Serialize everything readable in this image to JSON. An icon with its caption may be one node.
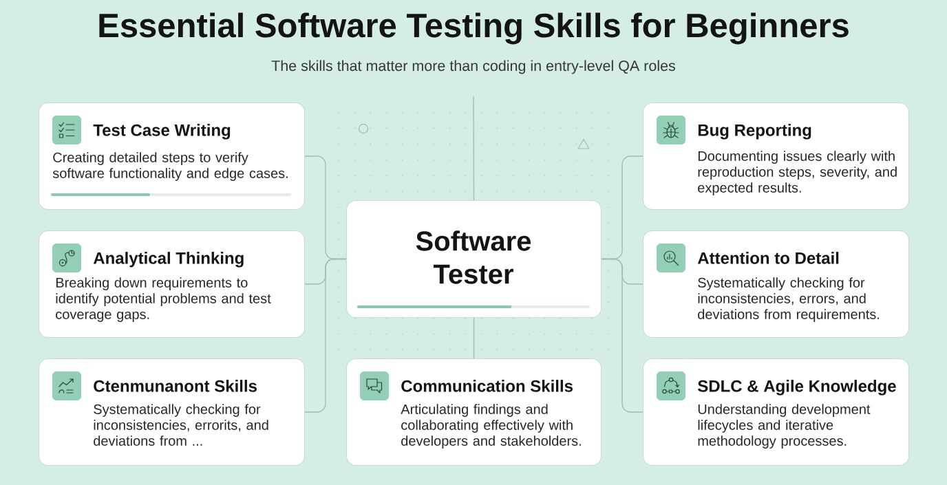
{
  "diagram": {
    "title": "Essential Software Testing Skills for Beginners",
    "nodes": [
      {
        "text": [
          "Test Case Writing",
          "Creating detailed steps to verify software functionality and edge cases."
        ]
      },
      {
        "text": [
          "Bug Reporting",
          "Documenting issues clearly with reproduction steps, severity, and expected results."
        ]
      },
      {
        "text": [
          "Analytical Thinking",
          "Breaking down requirements to identify potential problems and test coverage gaps."
        ]
      },
      {
        "text": [
          "Software Tester"
        ]
      },
      {
        "text": [
          "Attention to Detail",
          "Systematically checking for inconsistencies, errors, and deviations from requirements."
        ]
      },
      {
        "text": [
          "Ctenmunanont Skills",
          "Systematically checking for inconsistencies, errorits, and deviations from ..."
        ]
      },
      {
        "text": [
          "Communication Skills",
          "Articulating findings and collaborating effectively with developers and stakeholders."
        ]
      },
      {
        "text": [
          "SDLC & Agile Knowledge",
          "Understanding development lifecycles and iterative methodology processes."
        ]
      }
    ],
    "edges": [
      {
        "from": 3,
        "to": 0,
        "arrow": "none"
      },
      {
        "from": 3,
        "to": 2,
        "arrow": "none"
      },
      {
        "from": 3,
        "to": 5,
        "arrow": "none"
      },
      {
        "from": 3,
        "to": 1,
        "arrow": "none"
      },
      {
        "from": 3,
        "to": 4,
        "arrow": "none"
      },
      {
        "from": 3,
        "to": 7,
        "arrow": "none"
      },
      {
        "from": 3,
        "to": 6,
        "arrow": "none"
      },
      {
        "from": null,
        "to": 3,
        "arrow": "none"
      }
    ],
    "labels": [
      "The skills that matter more than coding in entry-level QA roles"
    ]
  }
}
